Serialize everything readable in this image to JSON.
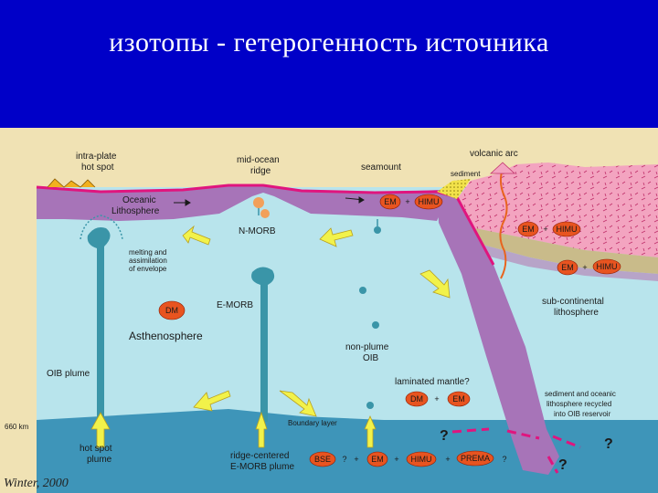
{
  "slide": {
    "title": "изотопы - гетерогенность источника",
    "credit": "Winter, 2000"
  },
  "labels": {
    "intraplate": [
      "intra-plate",
      "hot spot"
    ],
    "midocean": [
      "mid-ocean",
      "ridge"
    ],
    "seamount": "seamount",
    "volcanic_arc": "volcanic arc",
    "sediment": "sediment",
    "oceanic_lith": [
      "Oceanic",
      "Lithosphere"
    ],
    "nmorb": "N-MORB",
    "melting": [
      "melting and",
      "assimilation",
      "of envelope"
    ],
    "emorb": "E-MORB",
    "asthenosphere": "Asthenosphere",
    "nonplume": [
      "non-plume",
      "OIB"
    ],
    "oib_plume": "OIB plume",
    "laminated": "laminated mantle?",
    "subcont": [
      "sub-continental",
      "lithosphere"
    ],
    "recycled": [
      "sediment and oceanic",
      "lithosphere recycled",
      "into OIB reservoir"
    ],
    "boundary": "Boundary layer",
    "depth": "660 km",
    "hotspot_plume": [
      "hot spot",
      "plume"
    ],
    "ridge_plume": [
      "ridge-centered",
      "E-MORB plume"
    ],
    "question": "?"
  },
  "pills": {
    "em": "EM",
    "himu": "HIMU",
    "dm": "DM",
    "bse": "BSE",
    "prema": "PREMA",
    "plus": "+"
  },
  "colors": {
    "title_bg": "#0000c8",
    "frame_bg": "#f0e2b4",
    "asthenosphere": "#b8e4ec",
    "lower_mantle": "#3e95b9",
    "lithosphere": "#a774b8",
    "crust_edge": "#e0157e",
    "continent": "#f3a4c0",
    "pill": "#e85420",
    "arrow": "#f2f24a",
    "plume": "#3a95a8"
  }
}
